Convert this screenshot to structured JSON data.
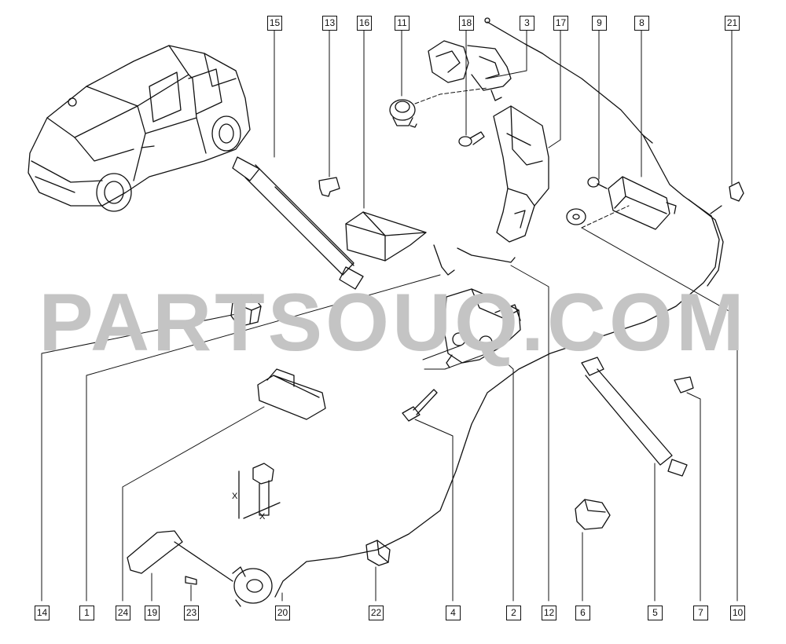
{
  "watermark": "PARTSOUQ.COM",
  "callouts": {
    "p15": "15",
    "p13": "13",
    "p16": "16",
    "p11": "11",
    "p18": "18",
    "p3": "3",
    "p17": "17",
    "p9": "9",
    "p8": "8",
    "p21": "21",
    "p14": "14",
    "p1": "1",
    "p24": "24",
    "p19": "19",
    "p23": "23",
    "p20": "20",
    "p22": "22",
    "p4": "4",
    "p2": "2",
    "p12": "12",
    "p6": "6",
    "p5": "5",
    "p7": "7",
    "p10": "10"
  },
  "dimension_marks": {
    "x_upper": "X",
    "x_lower": "X"
  }
}
